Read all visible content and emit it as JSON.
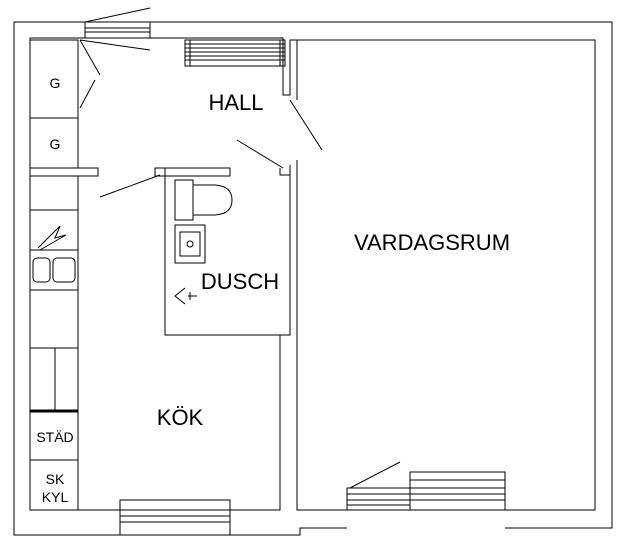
{
  "floorplan": {
    "rooms": {
      "hall": "HALL",
      "vardagsrum": "VARDAGSRUM",
      "dusch": "DUSCH",
      "kok": "KÖK"
    },
    "cabinets": {
      "g1": "G",
      "g2": "G",
      "stad": "STÄD",
      "sk": "SK",
      "kyl": "KYL"
    }
  }
}
